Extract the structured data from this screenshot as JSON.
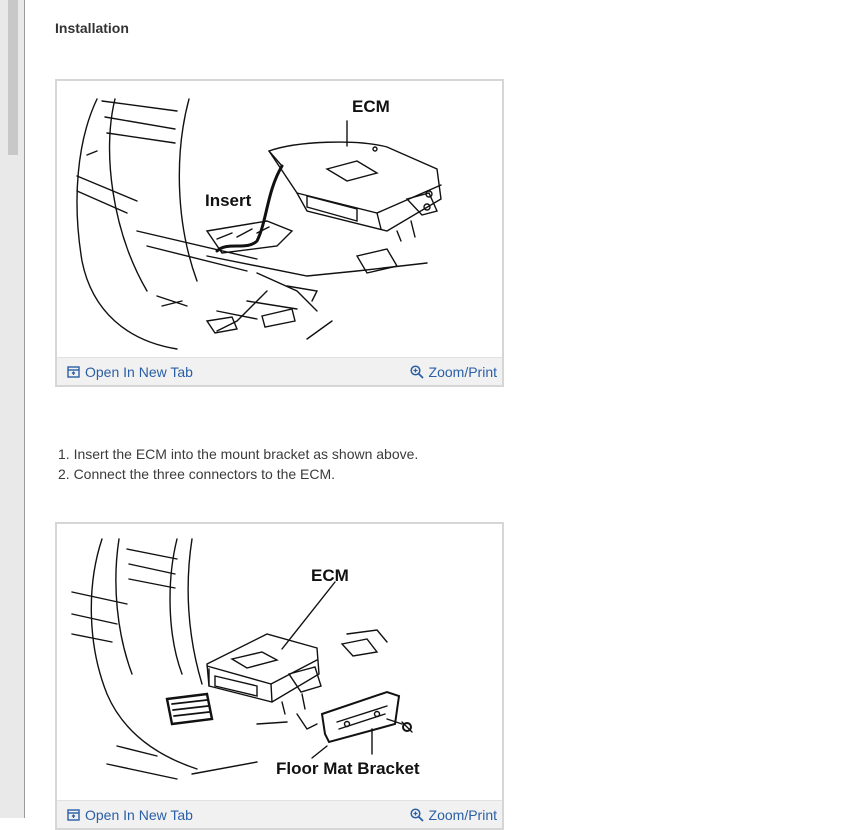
{
  "section": {
    "title": "Installation"
  },
  "figures": [
    {
      "labels": {
        "ecm": "ECM",
        "insert": "Insert"
      },
      "open_label": "Open In New Tab",
      "zoom_label": "Zoom/Print"
    },
    {
      "labels": {
        "ecm": "ECM",
        "bracket": "Floor Mat Bracket"
      },
      "open_label": "Open In New Tab",
      "zoom_label": "Zoom/Print"
    }
  ],
  "steps": [
    "1. Insert the ECM into the mount bracket as shown above.",
    "2. Connect the three connectors to the ECM."
  ],
  "colors": {
    "link": "#2a5fa6",
    "caption_bg": "#f1f1f1",
    "frame": "#d6d6d6"
  },
  "icons": {
    "open": "open-new-tab-icon",
    "zoom": "zoom-in-icon"
  }
}
